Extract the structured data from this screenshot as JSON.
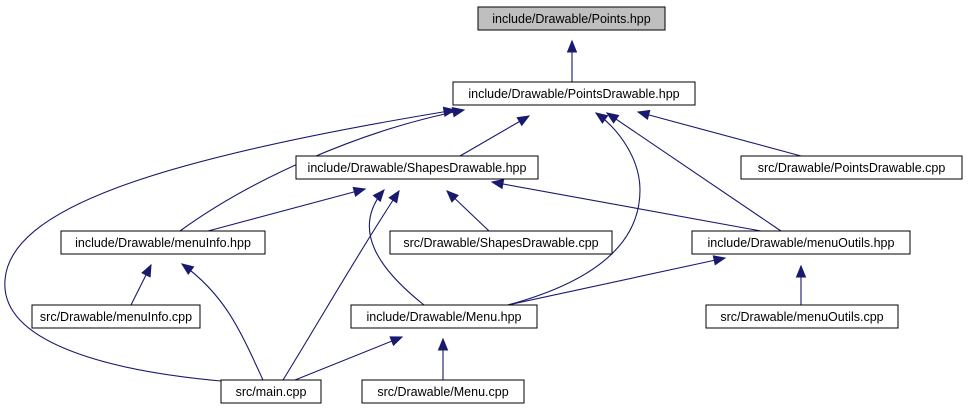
{
  "colors": {
    "edge": "#191970",
    "node_fill": "#ffffff",
    "root_fill": "#bfbfbf",
    "border": "#000000",
    "text": "#000000"
  },
  "nodes": {
    "points_hpp": "include/Drawable/Points.hpp",
    "points_drawable_hpp": "include/Drawable/PointsDrawable.hpp",
    "shapes_drawable_hpp": "include/Drawable/ShapesDrawable.hpp",
    "points_drawable_cpp": "src/Drawable/PointsDrawable.cpp",
    "menuinfo_hpp": "include/Drawable/menuInfo.hpp",
    "shapes_drawable_cpp": "src/Drawable/ShapesDrawable.cpp",
    "menuoutils_hpp": "include/Drawable/menuOutils.hpp",
    "menuinfo_cpp": "src/Drawable/menuInfo.cpp",
    "menu_hpp": "include/Drawable/Menu.hpp",
    "menuoutils_cpp": "src/Drawable/menuOutils.cpp",
    "main_cpp": "src/main.cpp",
    "menu_cpp": "src/Drawable/Menu.cpp"
  },
  "edges": [
    {
      "from": "points_drawable_hpp",
      "to": "points_hpp"
    },
    {
      "from": "shapes_drawable_hpp",
      "to": "points_drawable_hpp"
    },
    {
      "from": "points_drawable_cpp",
      "to": "points_drawable_hpp"
    },
    {
      "from": "menuinfo_hpp",
      "to": "points_drawable_hpp"
    },
    {
      "from": "menuoutils_hpp",
      "to": "points_drawable_hpp"
    },
    {
      "from": "menu_hpp",
      "to": "points_drawable_hpp"
    },
    {
      "from": "main_cpp",
      "to": "points_drawable_hpp"
    },
    {
      "from": "menuinfo_hpp",
      "to": "shapes_drawable_hpp"
    },
    {
      "from": "shapes_drawable_cpp",
      "to": "shapes_drawable_hpp"
    },
    {
      "from": "menuoutils_hpp",
      "to": "shapes_drawable_hpp"
    },
    {
      "from": "menu_hpp",
      "to": "shapes_drawable_hpp"
    },
    {
      "from": "main_cpp",
      "to": "shapes_drawable_hpp"
    },
    {
      "from": "menuinfo_cpp",
      "to": "menuinfo_hpp"
    },
    {
      "from": "main_cpp",
      "to": "menuinfo_hpp"
    },
    {
      "from": "menu_hpp",
      "to": "menuoutils_hpp"
    },
    {
      "from": "menuoutils_cpp",
      "to": "menuoutils_hpp"
    },
    {
      "from": "main_cpp",
      "to": "menu_hpp"
    },
    {
      "from": "menu_cpp",
      "to": "menu_hpp"
    }
  ]
}
